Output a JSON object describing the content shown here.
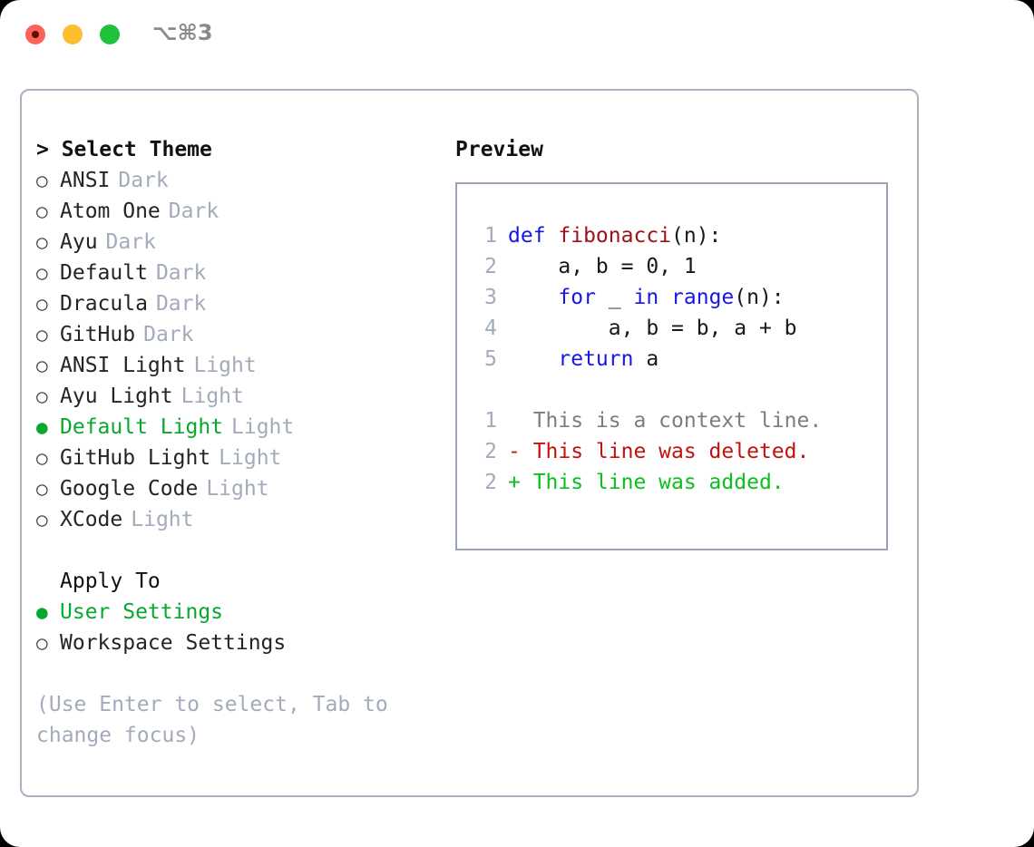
{
  "window": {
    "shortcut": "⌥⌘3",
    "traffic_lights": [
      {
        "name": "close",
        "color": "#fd6158"
      },
      {
        "name": "minimize",
        "color": "#fdbd2e"
      },
      {
        "name": "maximize",
        "color": "#1fc13d"
      }
    ]
  },
  "theme_panel": {
    "heading": "> Select Theme",
    "selected_marker": "●",
    "unselected_marker": "○",
    "items": [
      {
        "label": "ANSI",
        "badge": "Dark",
        "selected": false
      },
      {
        "label": "Atom One",
        "badge": "Dark",
        "selected": false
      },
      {
        "label": "Ayu",
        "badge": "Dark",
        "selected": false
      },
      {
        "label": "Default",
        "badge": "Dark",
        "selected": false
      },
      {
        "label": "Dracula",
        "badge": "Dark",
        "selected": false
      },
      {
        "label": "GitHub",
        "badge": "Dark",
        "selected": false
      },
      {
        "label": "ANSI Light",
        "badge": "Light",
        "selected": false
      },
      {
        "label": "Ayu Light",
        "badge": "Light",
        "selected": false
      },
      {
        "label": "Default Light",
        "badge": "Light",
        "selected": true
      },
      {
        "label": "GitHub Light",
        "badge": "Light",
        "selected": false
      },
      {
        "label": "Google Code",
        "badge": "Light",
        "selected": false
      },
      {
        "label": "XCode",
        "badge": "Light",
        "selected": false
      }
    ]
  },
  "apply_to": {
    "heading": "Apply To",
    "items": [
      {
        "label": "User Settings",
        "selected": true
      },
      {
        "label": "Workspace Settings",
        "selected": false
      }
    ]
  },
  "hint": "(Use Enter to select, Tab to change focus)",
  "preview": {
    "heading": "Preview",
    "code_lines": [
      {
        "lno": "1",
        "tokens": [
          {
            "text": "def ",
            "kind": "kw"
          },
          {
            "text": "fibonacci",
            "kind": "fn"
          },
          {
            "text": "(n):",
            "kind": "plain"
          }
        ]
      },
      {
        "lno": "2",
        "tokens": [
          {
            "text": "    a, b = 0, 1",
            "kind": "plain"
          }
        ]
      },
      {
        "lno": "3",
        "tokens": [
          {
            "text": "    for",
            "kind": "kw"
          },
          {
            "text": " _ ",
            "kind": "plain"
          },
          {
            "text": "in range",
            "kind": "kw"
          },
          {
            "text": "(n):",
            "kind": "plain"
          }
        ]
      },
      {
        "lno": "4",
        "tokens": [
          {
            "text": "        a, b = b, a + b",
            "kind": "plain"
          }
        ]
      },
      {
        "lno": "5",
        "tokens": [
          {
            "text": "    return",
            "kind": "kw"
          },
          {
            "text": " a",
            "kind": "plain"
          }
        ]
      }
    ],
    "diff_lines": [
      {
        "lno": "1",
        "text": "  This is a context line.",
        "kind": "ctx"
      },
      {
        "lno": "2",
        "text": "- This line was deleted.",
        "kind": "del"
      },
      {
        "lno": "2",
        "text": "+ This line was added.",
        "kind": "add"
      }
    ]
  },
  "colors": {
    "accent_green": "#07a82c",
    "muted": "#a3abba",
    "keyword_blue": "#1616e8",
    "function_red": "#a01018",
    "diff_deleted": "#c2120e",
    "diff_added": "#0ac01c",
    "panel_border": "#aab2c0",
    "preview_border": "#9aa4b4"
  }
}
